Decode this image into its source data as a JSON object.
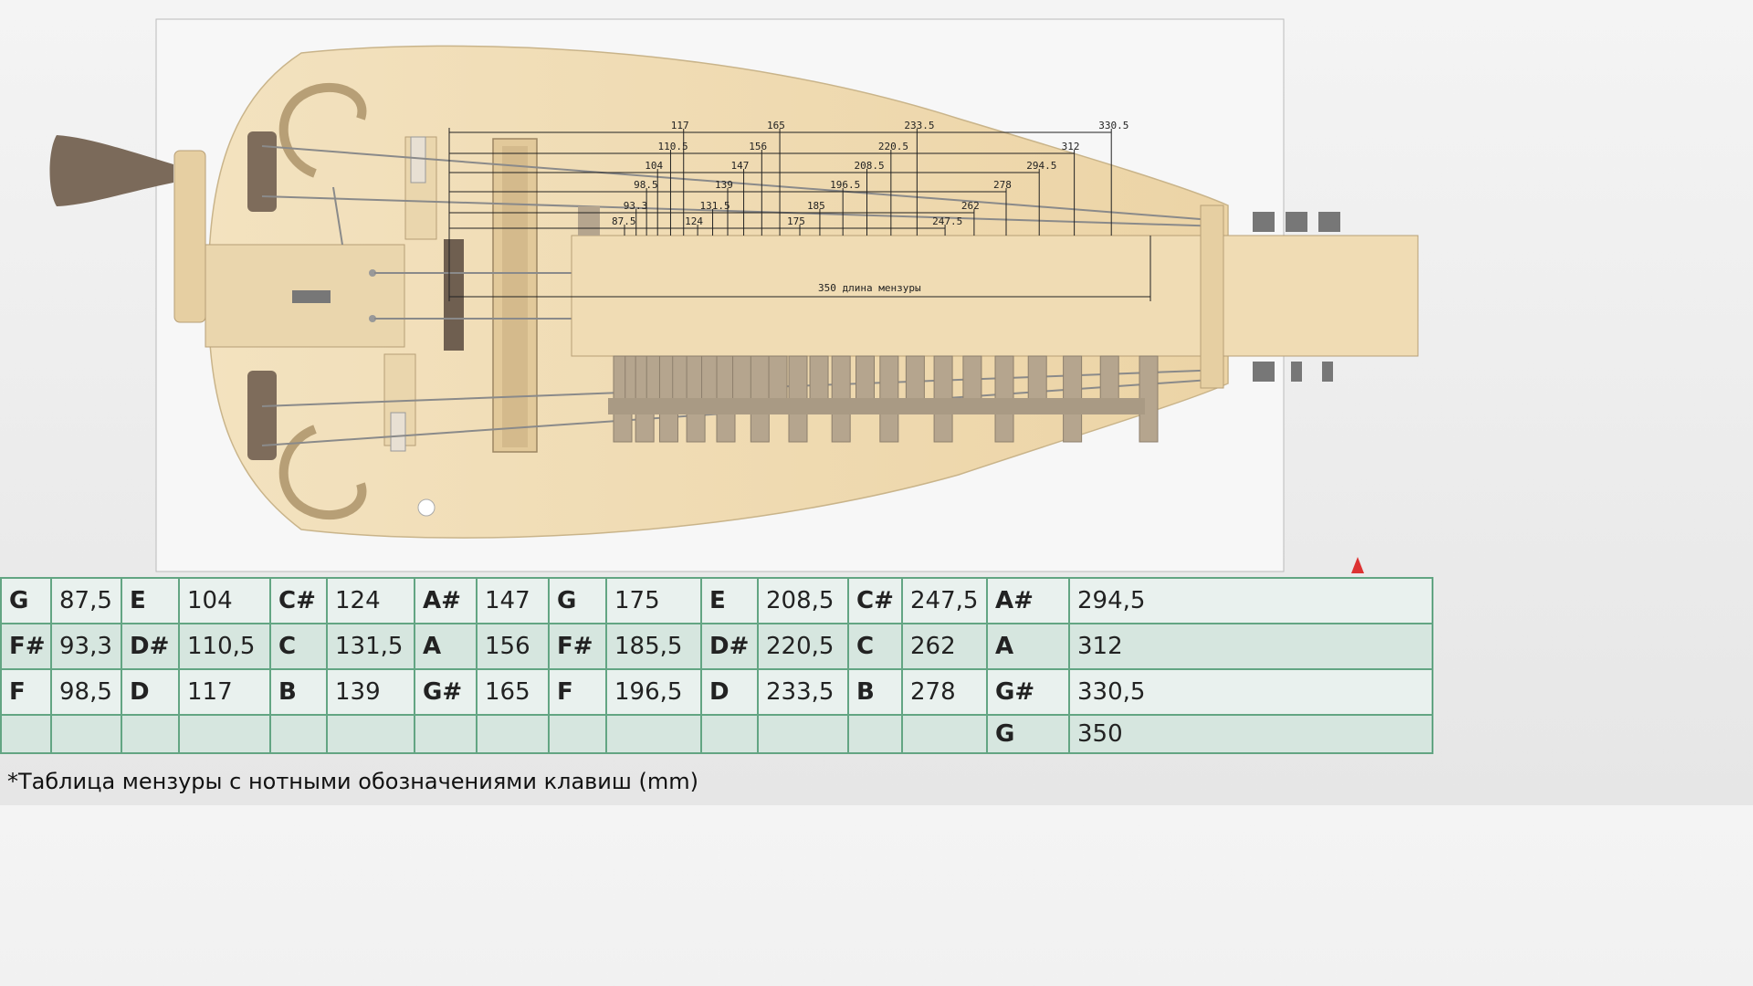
{
  "drawing": {
    "dimensions": {
      "top": [
        "117",
        "165",
        "233.5",
        "330.5"
      ],
      "row2": [
        "110.5",
        "156",
        "220.5",
        "312"
      ],
      "row3": [
        "104",
        "147",
        "208.5",
        "294.5"
      ],
      "row4": [
        "98.5",
        "139",
        "196.5",
        "278"
      ],
      "row5": [
        "93.3",
        "131.5",
        "185",
        "262"
      ],
      "row6": [
        "87.5",
        "124",
        "175",
        "247.5"
      ]
    },
    "scale_label": "350 длина мензуры"
  },
  "table": {
    "rows": [
      [
        "G",
        "87,5",
        "E",
        "104",
        "C#",
        "124",
        "A#",
        "147",
        "G",
        "175",
        "E",
        "208,5",
        "C#",
        "247,5",
        "A#",
        "294,5"
      ],
      [
        "F#",
        "93,3",
        "D#",
        "110,5",
        "C",
        "131,5",
        "A",
        "156",
        "F#",
        "185,5",
        "D#",
        "220,5",
        "C",
        "262",
        "A",
        "312"
      ],
      [
        "F",
        "98,5",
        "D",
        "117",
        "B",
        "139",
        "G#",
        "165",
        "F",
        "196,5",
        "D",
        "233,5",
        "B",
        "278",
        "G#",
        "330,5"
      ],
      [
        "",
        "",
        "",
        "",
        "",
        "",
        "",
        "",
        "",
        "",
        "",
        "",
        "",
        "",
        "G",
        "350"
      ]
    ]
  },
  "caption": "*Таблица мензуры с нотными обозначениями клавиш (mm)",
  "colors": {
    "wood": "#f0dcb4",
    "key": "#b5a58e",
    "table_border": "#63a583"
  }
}
